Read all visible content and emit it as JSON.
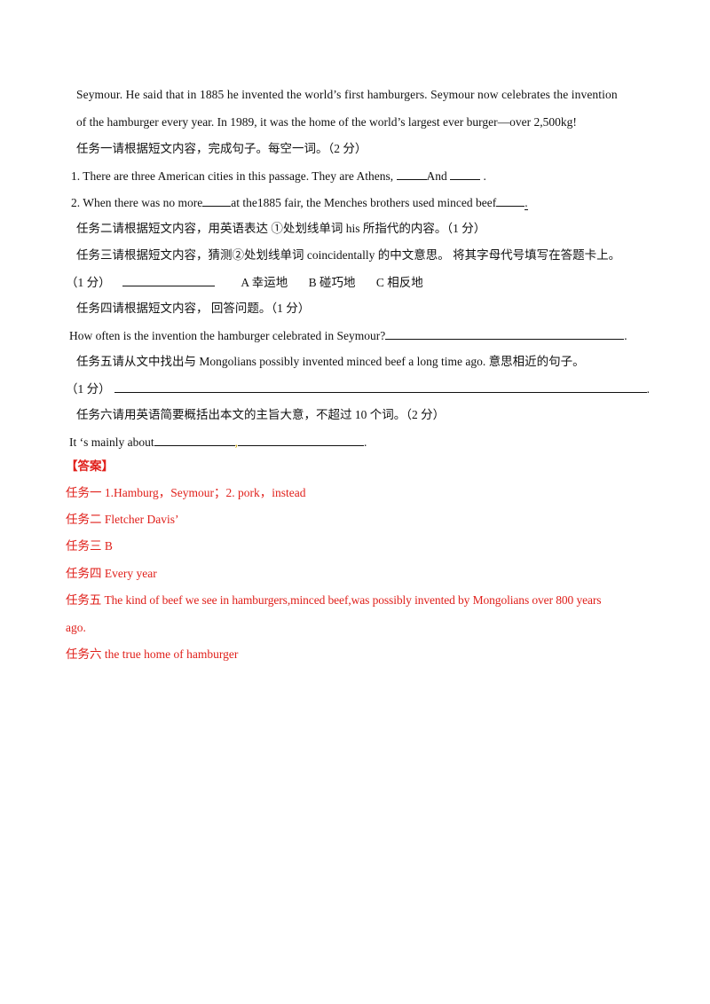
{
  "passage": {
    "line1": "Seymour. He said that in 1885 he invented the world’s first hamburgers. Seymour now celebrates the invention",
    "line2": "of the hamburger every year. In 1989, it was the home of the world’s largest ever burger—over 2,500kg!"
  },
  "task1": {
    "instruction": "任务一请根据短文内容，完成句子。每空一词。（2 分）",
    "q1_pre": "1. There are three American cities in this passage. They are Athens, ",
    "q1_mid": "And ",
    "q1_end": " .",
    "q2_pre": "2. When there was no more",
    "q2_mid": "at the1885 fair, the Menches brothers used minced beef",
    "q2_end": "."
  },
  "task2": {
    "instruction": "任务二请根据短文内容，用英语表达 ①处划线单词 his 所指代的内容。（1 分）"
  },
  "task3": {
    "instruction": "任务三请根据短文内容，猜测②处划线单词 coincidentally 的中文意思。 将其字母代号填写在答题卡上。",
    "score": "（1 分）",
    "option_a": "A 幸运地",
    "option_b": "B 碰巧地",
    "option_c": "C 相反地"
  },
  "task4": {
    "instruction": "任务四请根据短文内容， 回答问题。（1 分）",
    "question": "How often is the invention the hamburger celebrated in Seymour?",
    "end": "."
  },
  "task5": {
    "instruction": "任务五请从文中找出与 Mongolians possibly invented minced beef a long time ago. 意思相近的句子。",
    "score": "（1 分）",
    "end": "."
  },
  "task6": {
    "instruction": "任务六请用英语简要概括出本文的主旨大意，不超过 10 个词。（2 分）",
    "prompt": "It ‘s mainly about",
    "mark": ",",
    "end": "."
  },
  "answers": {
    "header": "【答案】",
    "a1": "任务一 1.Hamburg，Seymour；2. pork，instead",
    "a2": "任务二 Fletcher Davis’",
    "a3": "任务三 B",
    "a4": "任务四 Every year",
    "a5_line1": "任务五 The kind of beef we see in hamburgers,minced beef,was possibly invented by Mongolians over 800 years",
    "a5_line2": "ago.",
    "a6": "任务六 the true home of hamburger"
  },
  "colors": {
    "answer": "#e0201b",
    "text": "#111111"
  }
}
